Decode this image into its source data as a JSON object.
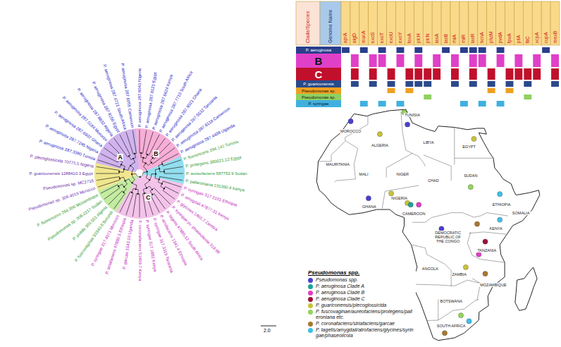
{
  "diagram": {
    "labels": [
      "P. aeruginosa 287.8043 Nigeria",
      "P. aeruginosa 287.8121 Egypt",
      "P. aeruginosa 287.6624 Kenya",
      "P. aeruginosa 287.7710 South Africa",
      "P. aeruginosa 287.9021 Ghana",
      "P. aeruginosa 287.5532 Tanzania",
      "P. aeruginosa 287.6118 Cameroon",
      "P. aeruginosa 287.4409 Uganda",
      "P. fluorescens 294.141 Tunisia",
      "P. protegens 380021.12 Egypt",
      "P. aureofaciens 587753.9 Sudan",
      "P. palleroniana 191390.4 Kenya",
      "P. syringae 317.2101 Ethiopia",
      "P. amygdali 47877.31 Kenya",
      "P. glycines 1465.7 Zambia",
      "P. syringae pv. phaseolicola 319.88",
      "P. tagetis 47885.12 South Africa",
      "P. atrofaciens 1341.4 Ethiopia",
      "P. syringae 317.3315 Tanzania",
      "P. syringae 317.1882 Kenya",
      "P. coronafaciens 53409.7 Kenya",
      "P. garcae 1543.10 Uganda",
      "P. striafaciens 47880.5 Ethiopia",
      "P. syringae 317.4071 Morocco",
      "P. fuscovaginae 50340.8 Burundi",
      "P. putida 303.551 Algeria",
      "Pseudomonas sp. 306.2217 Sudan",
      "P. fluorescens 294.306 Mozambique",
      "Pseudomonas sp. 306.4019 Morocco",
      "Pseudomonas sp. MC2718",
      "P. guariconensis 1288410.3 Egypt",
      "P. plecoglossicida 70775.5 Nigeria",
      "P. aeruginosa 287.3390 Tunisia",
      "P. aeruginosa 287.7245 Nigeria",
      "P. aeruginosa 287.6907 Ghana",
      "P. aeruginosa 287.5184 Morocco",
      "P. aeruginosa 287.8832 Algeria",
      "P. aeruginosa 287.9156 Egypt",
      "P. aeruginosa 287.4721 South Africa",
      "P. aeruginosa 287.6055 Cameroon",
      "A",
      "B",
      "C",
      "2.0",
      "Clade/Species",
      "Genome Name",
      "aprA",
      "algD",
      "mucA",
      "exoS",
      "exoT",
      "exoU",
      "exoY",
      "toxA",
      "plcH",
      "plcN",
      "lasA",
      "lasB",
      "rhlA",
      "rhlR",
      "lasR",
      "hcnA",
      "phzM",
      "pvdA",
      "fpvA",
      "pilA",
      "fliC",
      "xcpA",
      "cupA",
      "mexB",
      "P. aeruginosa",
      "B",
      "C",
      "P. guariconensis",
      "Pseudomonas sp.",
      "Pseudomonas sp.",
      "P. syringae",
      "MOROCCO",
      "ALGERIA",
      "TUNISIA",
      "LIBYA",
      "EGYPT",
      "MAURITANIA",
      "MALI",
      "NIGER",
      "CHAD",
      "SUDAN",
      "ETHIOPIA",
      "SOMALIA",
      "KENYA",
      "NIGERIA",
      "CAMEROON",
      "GHANA",
      "DEMOCRATIC REPUBLIC OF THE CONGO",
      "ANGOLA",
      "TANZANIA",
      "ZAMBIA",
      "BOTSWANA",
      "SOUTH AFRICA",
      "MOZAMBIQUE",
      "Pseudomonas spp."
    ],
    "legend": [
      {
        "text": "Pseudomonas spp.",
        "color": "#4b3fd0"
      },
      {
        "text": "P. aeruginosa Clade A",
        "color": "#1aa39a"
      },
      {
        "text": "P. aeruginosa Clade B",
        "color": "#e23cc4"
      },
      {
        "text": "P. aeruginosa Clade C",
        "color": "#9a1238"
      },
      {
        "text": "P. guariconensis/plecoglossicida",
        "color": "#c9c23a"
      },
      {
        "text": "P. fuscovaginae/aureofaciens/protegens/palleroniana etc.",
        "color": "#94d45a"
      },
      {
        "text": "P. coronafaciens/striafaciens/garcae",
        "color": "#a87830"
      },
      {
        "text": "P. tagetis/amygdali/atrofaciens/glycines/syringae/phaseolicola",
        "color": "#3ec0e8"
      }
    ]
  }
}
